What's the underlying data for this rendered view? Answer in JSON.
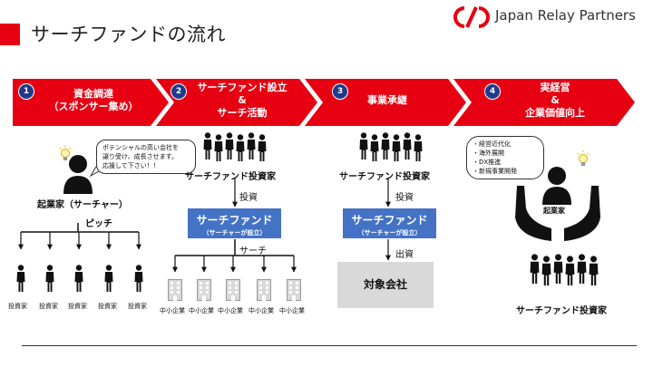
{
  "header": {
    "title": "サーチファンドの流れ",
    "brand": "Japan Relay Partners"
  },
  "colors": {
    "accent": "#e60012",
    "blue": "#4472c4",
    "grey": "#d9d9d9",
    "badge": "#1f3a8a"
  },
  "steps": [
    {
      "num": "1",
      "line1": "資金調達",
      "line2": "（スポンサー集め）",
      "line3": ""
    },
    {
      "num": "2",
      "line1": "サーチファンド設立",
      "line2": "&",
      "line3": "サーチ活動"
    },
    {
      "num": "3",
      "line1": "事業承継",
      "line2": "",
      "line3": ""
    },
    {
      "num": "4",
      "line1": "実経営",
      "line2": "&",
      "line3": "企業価値向上"
    }
  ],
  "col1": {
    "bubble": [
      "ポテンシャルの高い会社を",
      "譲り受け、成長させます。",
      "応援して下さい！！"
    ],
    "founder_label": "起業家（サーチャー）",
    "pitch_label": "ピッチ",
    "investor_label": "投資家"
  },
  "col2": {
    "investors_label": "サーチファンド投資家",
    "invest_label": "投資",
    "fund_title": "サーチファンド",
    "fund_sub": "（サーチャーが設立）",
    "search_label": "サーチ",
    "sme_label": "中小企業"
  },
  "col3": {
    "investors_label": "サーチファンド投資家",
    "invest_label": "投資",
    "fund_title": "サーチファンド",
    "fund_sub": "（サーチャーが設立）",
    "capital_label": "出資",
    "target_label": "対象会社"
  },
  "col4": {
    "bubble": [
      "・経営近代化",
      "・海外展開",
      "・DX推進",
      "・新規事業開発"
    ],
    "founder_label": "起業家",
    "investors_label": "サーチファンド投資家"
  }
}
